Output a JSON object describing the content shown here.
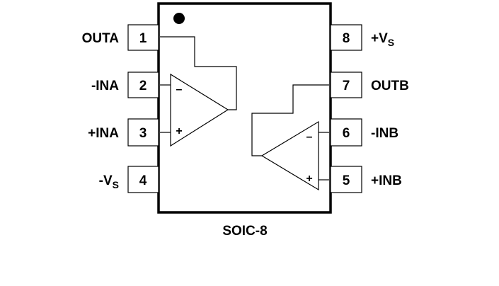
{
  "diagram": {
    "package": "SOIC-8",
    "pins_left": [
      {
        "number": "1",
        "label": "OUTA",
        "sub": ""
      },
      {
        "number": "2",
        "label": "-INA",
        "sub": ""
      },
      {
        "number": "3",
        "label": "+INA",
        "sub": ""
      },
      {
        "number": "4",
        "label": "-V",
        "sub": "S"
      }
    ],
    "pins_right": [
      {
        "number": "8",
        "label": "+V",
        "sub": "S"
      },
      {
        "number": "7",
        "label": "OUTB",
        "sub": ""
      },
      {
        "number": "6",
        "label": "-INB",
        "sub": ""
      },
      {
        "number": "5",
        "label": "+INB",
        "sub": ""
      }
    ],
    "opamp_a": {
      "inverting": "–",
      "noninverting": "+"
    },
    "opamp_b": {
      "inverting": "–",
      "noninverting": "+"
    }
  }
}
